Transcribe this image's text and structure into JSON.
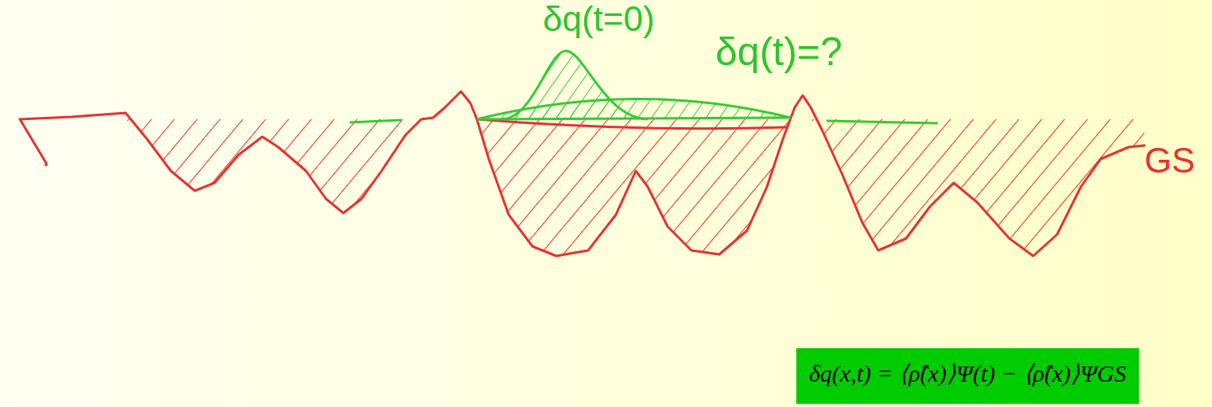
{
  "diagram": {
    "nodes": [
      {
        "text": [
          "δq(x,t) = ⟨ρ̂(x)⟩Ψ(t) − ⟨ρ̂(x)⟩ΨGS"
        ]
      }
    ],
    "labels": [
      "δq(t=0)",
      "δq(t)=?",
      "GS"
    ]
  }
}
